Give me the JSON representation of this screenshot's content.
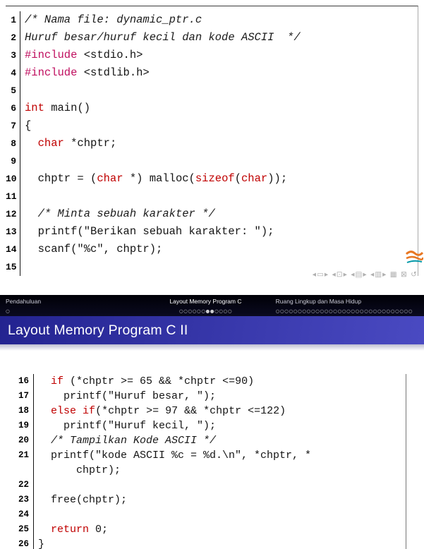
{
  "colors": {
    "keyword": "#c00000",
    "directive": "#c01060",
    "comment": "#1a1a1a",
    "header_bg": "#0a0a20",
    "titlebar_from": "#232390",
    "titlebar_to": "#4a4ac2"
  },
  "slide1": {
    "nav_symbols": "◂▭▸  ◂⊡▸  ◂▤▸  ◂▥▸  ▦  ⊠  ↺",
    "code_lines": [
      {
        "n": "1",
        "segs": [
          [
            "com",
            "/* Nama file: dynamic_ptr.c"
          ]
        ]
      },
      {
        "n": "2",
        "segs": [
          [
            "com",
            "Huruf besar/huruf kecil dan kode ASCII  */"
          ]
        ]
      },
      {
        "n": "3",
        "segs": [
          [
            "dir",
            "#include"
          ],
          [
            "pln",
            " <stdio.h>"
          ]
        ]
      },
      {
        "n": "4",
        "segs": [
          [
            "dir",
            "#include"
          ],
          [
            "pln",
            " <stdlib.h>"
          ]
        ]
      },
      {
        "n": "5",
        "segs": []
      },
      {
        "n": "6",
        "segs": [
          [
            "kw",
            "int"
          ],
          [
            "pln",
            " main()"
          ]
        ]
      },
      {
        "n": "7",
        "segs": [
          [
            "pln",
            "{"
          ]
        ]
      },
      {
        "n": "8",
        "segs": [
          [
            "pln",
            "  "
          ],
          [
            "kw",
            "char"
          ],
          [
            "pln",
            " *chptr;"
          ]
        ]
      },
      {
        "n": "9",
        "segs": []
      },
      {
        "n": "10",
        "segs": [
          [
            "pln",
            "  chptr = ("
          ],
          [
            "kw",
            "char"
          ],
          [
            "pln",
            " *) malloc("
          ],
          [
            "kw",
            "sizeof"
          ],
          [
            "pln",
            "("
          ],
          [
            "kw",
            "char"
          ],
          [
            "pln",
            "));"
          ]
        ]
      },
      {
        "n": "11",
        "segs": []
      },
      {
        "n": "12",
        "segs": [
          [
            "pln",
            "  "
          ],
          [
            "com",
            "/* Minta sebuah karakter */"
          ]
        ]
      },
      {
        "n": "13",
        "segs": [
          [
            "pln",
            "  printf(\"Berikan sebuah karakter: \");"
          ]
        ]
      },
      {
        "n": "14",
        "segs": [
          [
            "pln",
            "  scanf(\"%c\", chptr);"
          ]
        ]
      },
      {
        "n": "15",
        "segs": []
      }
    ]
  },
  "slide2": {
    "header": {
      "sections": [
        {
          "label": "Pendahuluan",
          "dots": "○"
        },
        {
          "label": "Layout Memory Program C",
          "dots": "○○○○○○●●○○○○"
        },
        {
          "label": "Ruang Lingkup dan Masa Hidup",
          "dots": "○○○○○○○○○○○○○○○○○○○○○○○○○○○○○○○"
        }
      ]
    },
    "frame_title": "Layout Memory Program C II",
    "code_lines": [
      {
        "n": "16",
        "segs": [
          [
            "pln",
            "  "
          ],
          [
            "kw",
            "if"
          ],
          [
            "pln",
            " (*chptr >= 65 && *chptr <=90)"
          ]
        ]
      },
      {
        "n": "17",
        "segs": [
          [
            "pln",
            "    printf(\"Huruf besar, \");"
          ]
        ]
      },
      {
        "n": "18",
        "segs": [
          [
            "pln",
            "  "
          ],
          [
            "kw",
            "else"
          ],
          [
            "pln",
            " "
          ],
          [
            "kw",
            "if"
          ],
          [
            "pln",
            "(*chptr >= 97 && *chptr <=122)"
          ]
        ]
      },
      {
        "n": "19",
        "segs": [
          [
            "pln",
            "    printf(\"Huruf kecil, \");"
          ]
        ]
      },
      {
        "n": "20",
        "segs": [
          [
            "pln",
            "  "
          ],
          [
            "com",
            "/* Tampilkan Kode ASCII */"
          ]
        ]
      },
      {
        "n": "21",
        "segs": [
          [
            "pln",
            "  printf(\"kode ASCII %c = %d.\\n\", *chptr, *"
          ]
        ]
      },
      {
        "n": "",
        "segs": [
          [
            "pln",
            "      chptr);"
          ]
        ]
      },
      {
        "n": "22",
        "segs": []
      },
      {
        "n": "23",
        "segs": [
          [
            "pln",
            "  free(chptr);"
          ]
        ]
      },
      {
        "n": "24",
        "segs": []
      },
      {
        "n": "25",
        "segs": [
          [
            "pln",
            "  "
          ],
          [
            "kw",
            "return"
          ],
          [
            "pln",
            " 0;"
          ]
        ]
      },
      {
        "n": "26",
        "segs": [
          [
            "pln",
            "}"
          ]
        ]
      }
    ]
  },
  "icons": {
    "nav": "beamer-navigation-symbols",
    "logo": "campus-logo"
  }
}
